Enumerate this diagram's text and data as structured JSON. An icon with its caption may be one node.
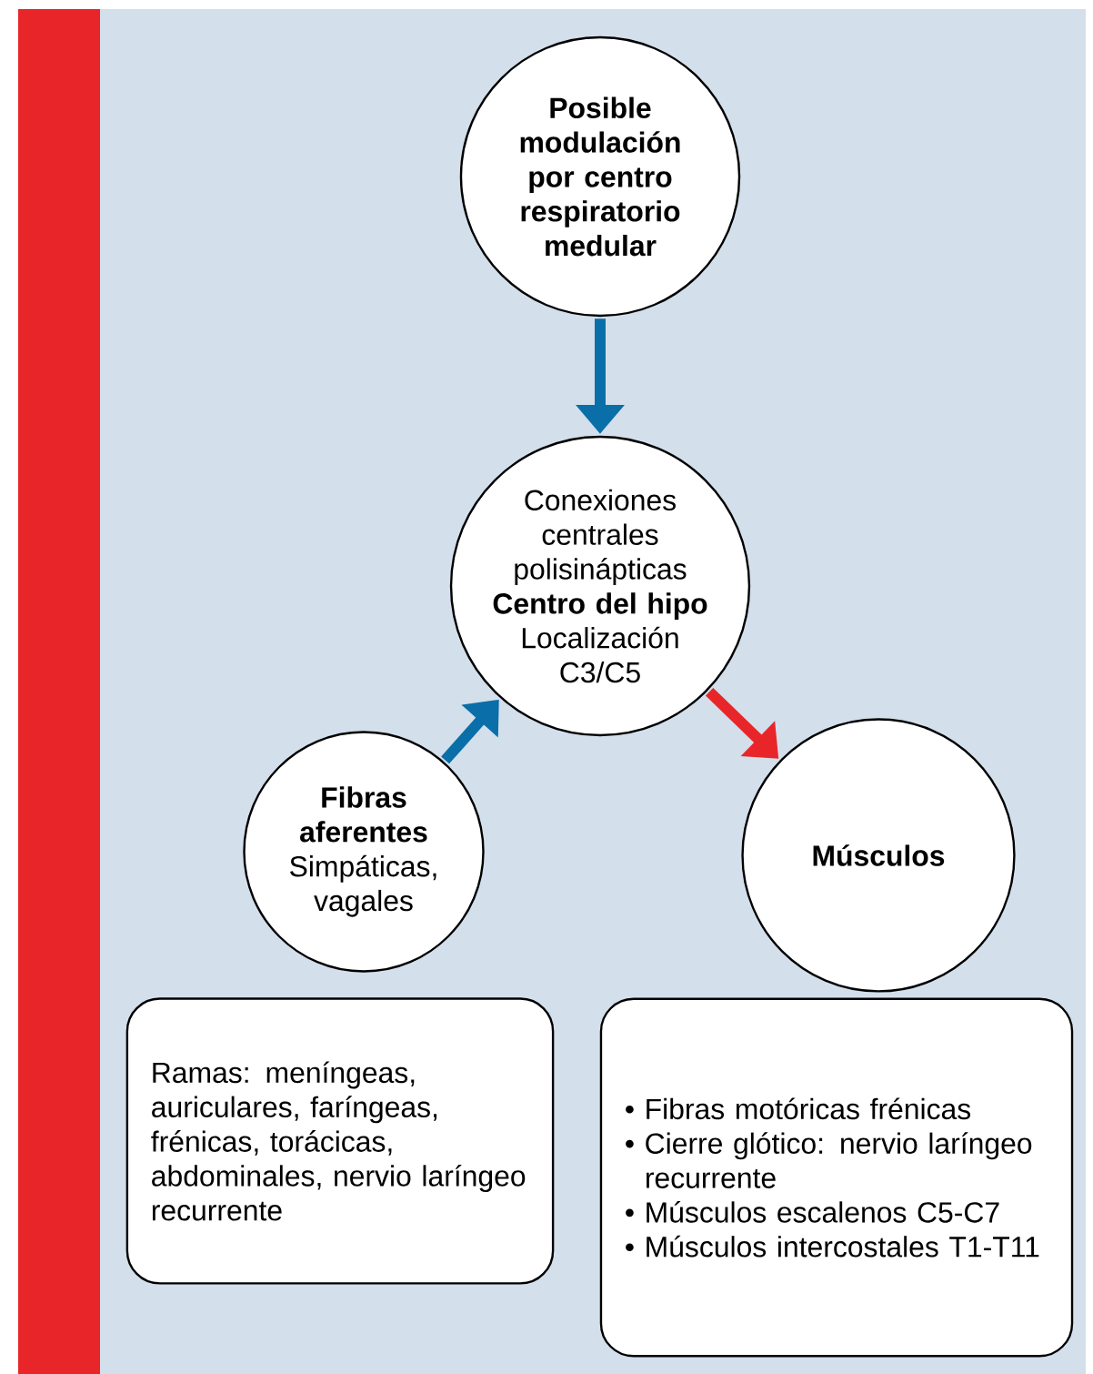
{
  "diagram": {
    "nodes": [
      {
        "text": [
          "Posible modulación por centro respiratorio medular"
        ]
      },
      {
        "text": [
          "Conexiones centrales polisinápticas",
          "Centro del hipo",
          "Localización C3/C5"
        ]
      },
      {
        "text": [
          "Fibras aferentes",
          "Simpáticas, vagales"
        ]
      },
      {
        "text": [
          "Músculos"
        ]
      },
      {
        "text": [
          "Ramas: meníngeas, auriculares, faríngeas, frénicas, torácicas, abdominales, nervio laríngeo recurrente"
        ]
      },
      {
        "text": [
          "• Fibras motóricas frénicas",
          "• Cierre glótico: nervio laríngeo recurrente",
          "• Músculos escalenos C5-C7",
          "• Músculos intercostales T1-T11"
        ]
      }
    ],
    "edges": [
      {
        "from": 0,
        "to": 1,
        "arrow": "to"
      },
      {
        "from": 2,
        "to": 1,
        "arrow": "to"
      },
      {
        "from": 1,
        "to": 3,
        "arrow": "to",
        "color": "#e8262a"
      }
    ]
  }
}
